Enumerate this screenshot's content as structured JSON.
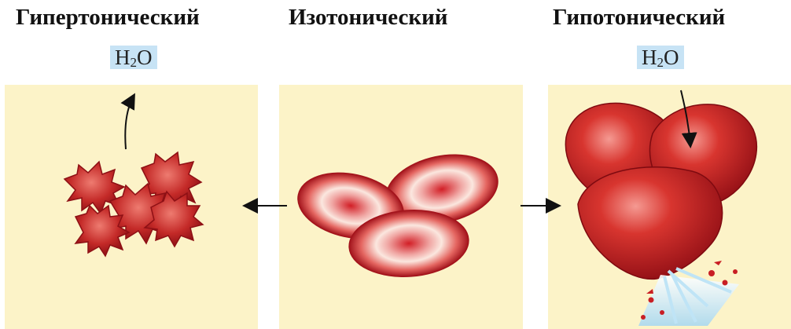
{
  "panels": {
    "hypertonic": {
      "title": "Гипертонический",
      "h2o": "H",
      "h2o_sub": "2",
      "h2o_tail": "O"
    },
    "isotonic": {
      "title": "Изотонический"
    },
    "hypotonic": {
      "title": "Гипотонический",
      "h2o": "H",
      "h2o_sub": "2",
      "h2o_tail": "O"
    }
  },
  "colors": {
    "panel_bg": "#fcf3c8",
    "h2o_bg": "#c7e3f5",
    "cell_red": "#c81e24"
  }
}
